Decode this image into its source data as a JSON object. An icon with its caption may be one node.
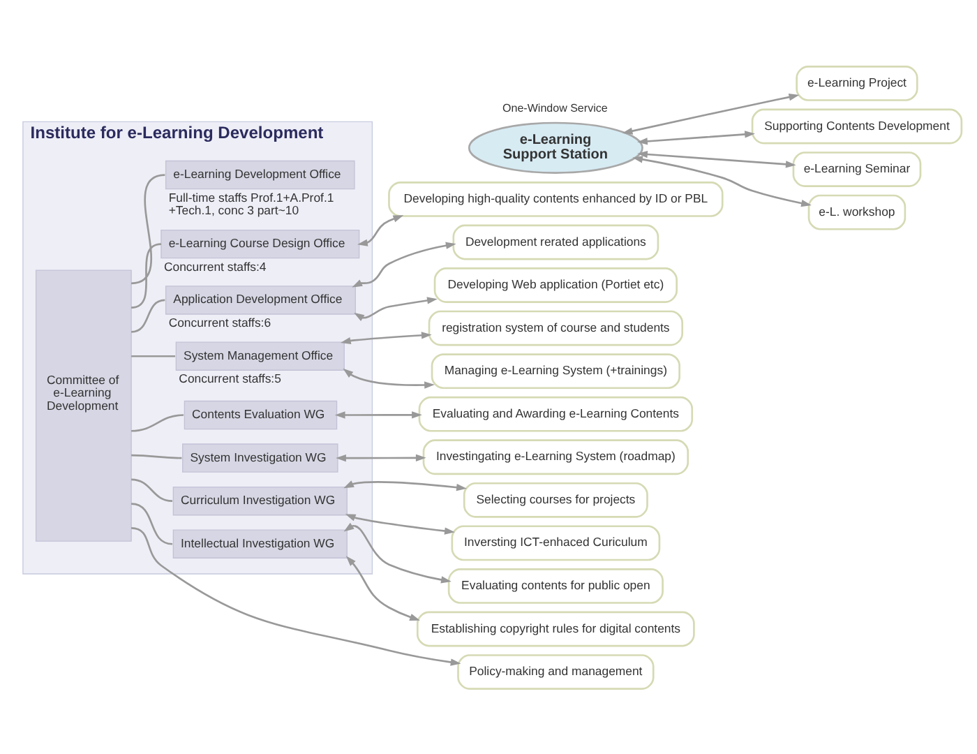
{
  "diagram": {
    "nodes": [
      {
        "text": [
          "Institute for e-Learning Development"
        ]
      },
      {
        "text": [
          "Committee of e-Learning Development"
        ],
        "in": 0
      },
      {
        "text": [
          "e-Learning Development Office"
        ],
        "in": 0,
        "beside": [
          "Full-time staffs Prof.1+A.Prof.1 +Tech.1, conc 3 part~10"
        ]
      },
      {
        "text": [
          "e-Learning Course Design Office"
        ],
        "in": 0,
        "beside": [
          "Concurrent staffs:4"
        ]
      },
      {
        "text": [
          "Application Development Office"
        ],
        "in": 0,
        "beside": [
          "Concurrent staffs:6"
        ]
      },
      {
        "text": [
          "System Management Office"
        ],
        "in": 0,
        "beside": [
          "Concurrent staffs:5"
        ]
      },
      {
        "text": [
          "Contents Evaluation WG"
        ],
        "in": 0
      },
      {
        "text": [
          "System Investigation WG"
        ],
        "in": 0
      },
      {
        "text": [
          "Curriculum Investigation WG"
        ],
        "in": 0
      },
      {
        "text": [
          "Intellectual Investigation WG"
        ],
        "in": 0
      },
      {
        "text": [
          "e-Learning Support Station"
        ],
        "beside": [
          "One-Window Service"
        ]
      },
      {
        "text": [
          "e-Learning Project"
        ]
      },
      {
        "text": [
          "Supporting Contents Development"
        ]
      },
      {
        "text": [
          "e-Learning Seminar"
        ]
      },
      {
        "text": [
          "e-L. workshop"
        ]
      },
      {
        "text": [
          "Developing high-quality contents enhanced by ID or PBL"
        ]
      },
      {
        "text": [
          "Development rerated applications"
        ]
      },
      {
        "text": [
          "Developing Web application (Portiet etc)"
        ]
      },
      {
        "text": [
          "registration system of course and students"
        ]
      },
      {
        "text": [
          "Managing e-Learning System (+trainings)"
        ]
      },
      {
        "text": [
          "Evaluating and Awarding e-Learning Contents"
        ]
      },
      {
        "text": [
          "Investingating e-Learning System (roadmap)"
        ]
      },
      {
        "text": [
          "Selecting courses for projects"
        ]
      },
      {
        "text": [
          "Inversting ICT-enhaced Curiculum"
        ]
      },
      {
        "text": [
          "Evaluating contents for public open"
        ]
      },
      {
        "text": [
          "Establishing copyright rules for digital contents"
        ]
      },
      {
        "text": [
          "Policy-making and management"
        ]
      }
    ],
    "edges": [
      {
        "from": 1,
        "to": 2,
        "arrow": "none"
      },
      {
        "from": 1,
        "to": 3,
        "arrow": "none"
      },
      {
        "from": 1,
        "to": 4,
        "arrow": "none"
      },
      {
        "from": 1,
        "to": 5,
        "arrow": "none"
      },
      {
        "from": 1,
        "to": 6,
        "arrow": "none"
      },
      {
        "from": 1,
        "to": 7,
        "arrow": "none"
      },
      {
        "from": 1,
        "to": 8,
        "arrow": "none"
      },
      {
        "from": 1,
        "to": 9,
        "arrow": "none"
      },
      {
        "from": 10,
        "to": 11,
        "arrow": "both"
      },
      {
        "from": 10,
        "to": 12,
        "arrow": "both"
      },
      {
        "from": 10,
        "to": 13,
        "arrow": "both"
      },
      {
        "from": 10,
        "to": 14,
        "arrow": "both"
      },
      {
        "from": 3,
        "to": 15,
        "arrow": "both"
      },
      {
        "from": 4,
        "to": 16,
        "arrow": "both"
      },
      {
        "from": 4,
        "to": 17,
        "arrow": "both"
      },
      {
        "from": 5,
        "to": 18,
        "arrow": "both"
      },
      {
        "from": 5,
        "to": 19,
        "arrow": "both"
      },
      {
        "from": 6,
        "to": 20,
        "arrow": "both"
      },
      {
        "from": 7,
        "to": 21,
        "arrow": "both"
      },
      {
        "from": 8,
        "to": 22,
        "arrow": "both"
      },
      {
        "from": 8,
        "to": 23,
        "arrow": "both"
      },
      {
        "from": 9,
        "to": 24,
        "arrow": "both"
      },
      {
        "from": 9,
        "to": 25,
        "arrow": "both"
      },
      {
        "from": 1,
        "to": 26,
        "arrow": "to"
      }
    ]
  }
}
